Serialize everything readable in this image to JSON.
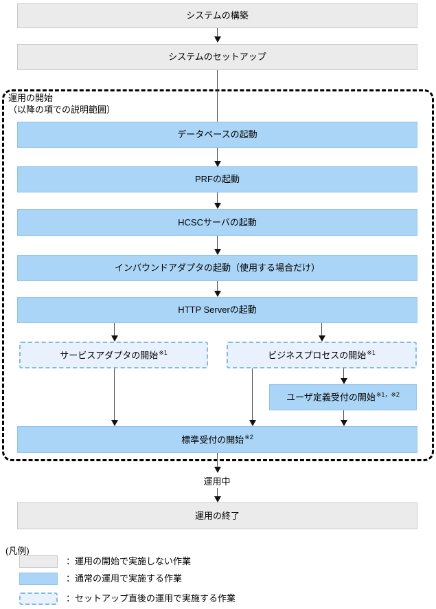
{
  "figure": {
    "boxes": {
      "build": {
        "label": "システムの構築"
      },
      "setup": {
        "label": "システムのセットアップ"
      },
      "db": {
        "label": "データベースの起動"
      },
      "prf": {
        "label": "PRFの起動"
      },
      "hcsc": {
        "label": "HCSCサーバの起動"
      },
      "inbound": {
        "label": "インバウンドアダプタの起動（使用する場合だけ）"
      },
      "http": {
        "label": "HTTP Serverの起動"
      },
      "adapter": {
        "label": "サービスアダプタの開始",
        "note": "※1"
      },
      "bp": {
        "label": "ビジネスプロセスの開始",
        "note": "※1"
      },
      "userdef": {
        "label": "ユーザ定義受付の開始",
        "note": "※1，※2"
      },
      "std": {
        "label": "標準受付の開始",
        "note": "※2"
      },
      "end": {
        "label": "運用の終了"
      }
    },
    "container": {
      "line1": "運用の開始",
      "line2": "（以降の項での説明範囲）"
    },
    "mid_label": "運用中"
  },
  "legend": {
    "title": "(凡例)",
    "items": [
      {
        "swatch": "gray",
        "text": "：運用の開始で実施しない作業"
      },
      {
        "swatch": "blue",
        "text": "：通常の運用で実施する作業"
      },
      {
        "swatch": "dashed-blue",
        "text": "：セットアップ直後の運用で実施する作業"
      }
    ]
  },
  "colors": {
    "not_performed_fill": "#EBEBEB",
    "not_performed_border": "#C8C8C8",
    "normal_fill": "#ABD5F6",
    "normal_border": "#8FC3EE",
    "post_setup_fill": "#E9F2FC",
    "post_setup_border": "#82B9E8",
    "container_border": "#000000",
    "arrow": "#111111"
  }
}
